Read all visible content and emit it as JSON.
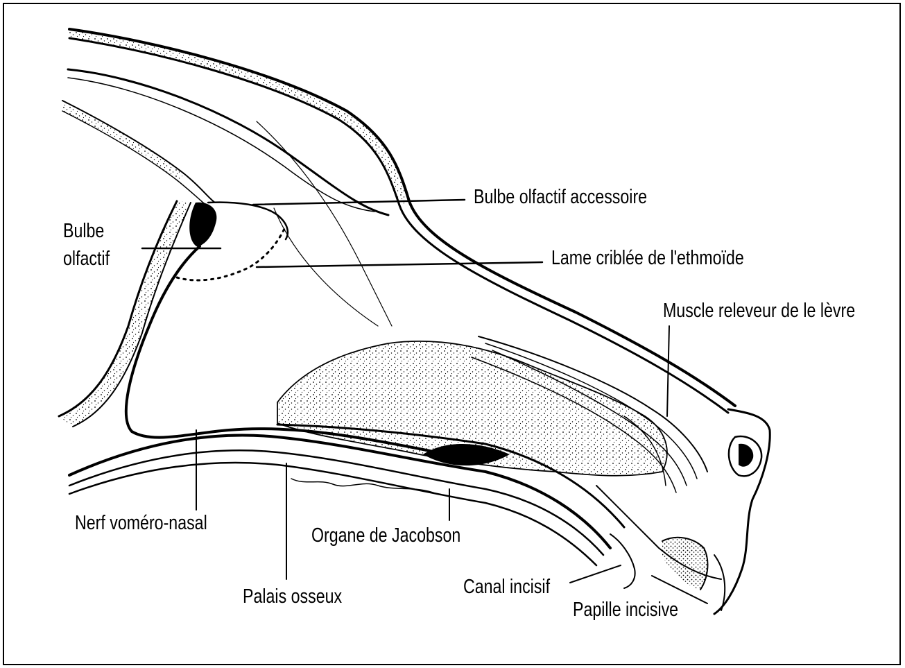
{
  "labels": {
    "bulbe_olfactif_line1": "Bulbe",
    "bulbe_olfactif_line2": "olfactif",
    "bulbe_accessoire": "Bulbe olfactif accessoire",
    "lame_criblee": "Lame criblée de l'ethmoïde",
    "muscle_releveur": "Muscle releveur de le lèvre",
    "nerf_vomero": "Nerf voméro-nasal",
    "organe_jacobson": "Organe de Jacobson",
    "palais_osseux": "Palais osseux",
    "canal_incisif": "Canal incisif",
    "papille_incisive": "Papille incisive"
  },
  "colors": {
    "ink": "#000000",
    "background": "#ffffff"
  }
}
